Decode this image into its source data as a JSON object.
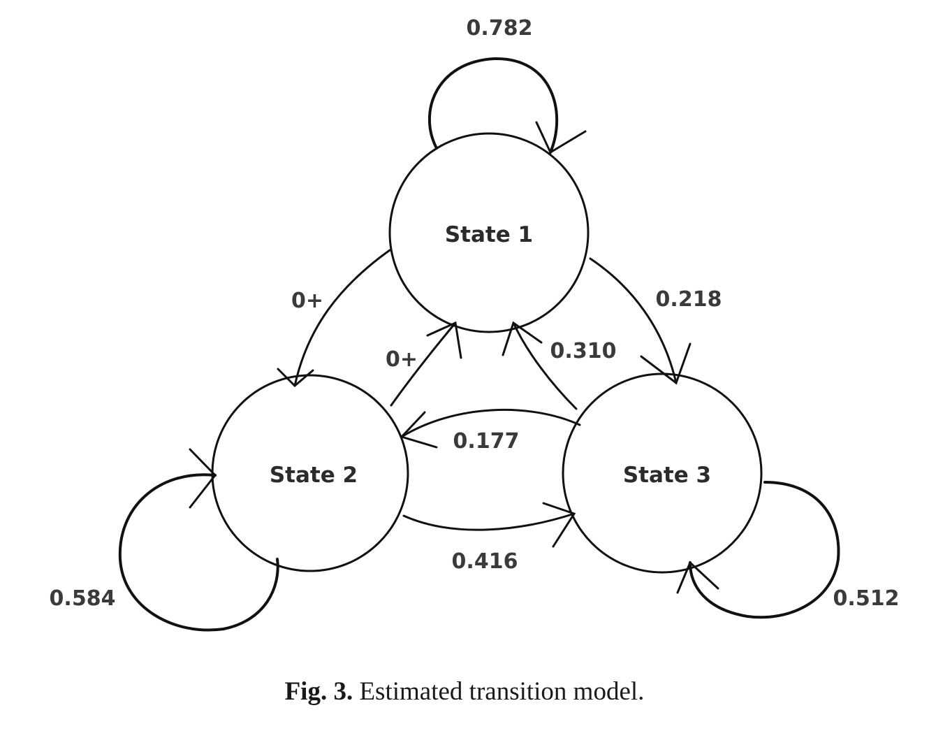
{
  "diagram": {
    "states": {
      "s1": "State 1",
      "s2": "State 2",
      "s3": "State 3"
    },
    "transitions": {
      "s1_to_s1": "0.782",
      "s1_to_s2": "0+",
      "s1_to_s3": "0.218",
      "s2_to_s1": "0+",
      "s3_to_s1": "0.310",
      "s3_to_s2": "0.177",
      "s2_to_s3": "0.416",
      "s2_to_s2": "0.584",
      "s3_to_s3": "0.512"
    }
  },
  "caption": {
    "label": "Fig. 3.",
    "text": "Estimated transition model."
  }
}
